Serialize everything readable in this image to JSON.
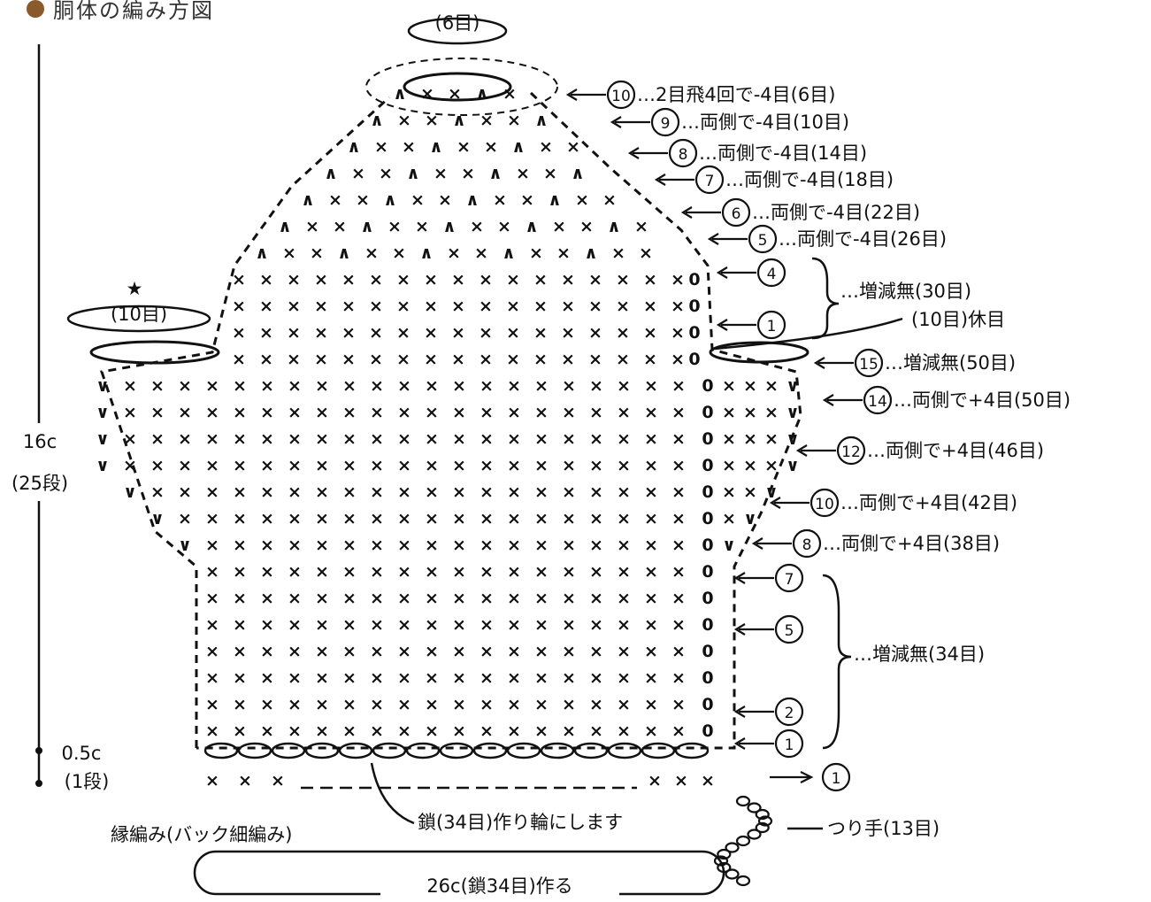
{
  "title": "胴体の編み方図",
  "colors": {
    "ink": "#111111",
    "bullet": "#8a5a2b"
  },
  "top": {
    "neck_count": "(6目)"
  },
  "left": {
    "star": "★",
    "rest_count": "(10目)",
    "height_main": "16c",
    "rows_main": "(25段)",
    "height_edge": "0.5c",
    "rows_edge": "(1段)"
  },
  "right_labels": [
    {
      "circle": "10",
      "text": "…2目飛4回で-4目(6目)"
    },
    {
      "circle": "9",
      "text": "…両側で-4目(10目)"
    },
    {
      "circle": "8",
      "text": "…両側で-4目(14目)"
    },
    {
      "circle": "7",
      "text": "…両側で-4目(18目)"
    },
    {
      "circle": "6",
      "text": "…両側で-4目(22目)"
    },
    {
      "circle": "5",
      "text": "…両側で-4目(26目)"
    },
    {
      "circle": "4",
      "text": ""
    },
    {
      "circle": "1",
      "text": ""
    },
    {
      "circle": "15",
      "text": "…増減無(50目)"
    },
    {
      "circle": "14",
      "text": "…両側で+4目(50目)"
    },
    {
      "circle": "12",
      "text": "…両側で+4目(46目)"
    },
    {
      "circle": "10",
      "text": "…両側で+4目(42目)"
    },
    {
      "circle": "8",
      "text": "…両側で+4目(38目)"
    },
    {
      "circle": "7",
      "text": ""
    },
    {
      "circle": "5",
      "text": ""
    },
    {
      "circle": "2",
      "text": ""
    },
    {
      "circle": "1",
      "text": ""
    }
  ],
  "group_upper": {
    "text": "…増減無(30目)"
  },
  "rest_label": "(10目)休目",
  "group_lower": {
    "text": "…増減無(34目)"
  },
  "edge_row_circle": "1",
  "bottom": {
    "edge_label": "縁編み(バック細編み)",
    "chain_label": "鎖(34目)作り輪にします",
    "loop_label": "つり手(13目)",
    "width_label": "26c(鎖34目)作る"
  },
  "symbols": {
    "single": "×",
    "inc": "∨",
    "dec": "∧",
    "chain": "0"
  }
}
